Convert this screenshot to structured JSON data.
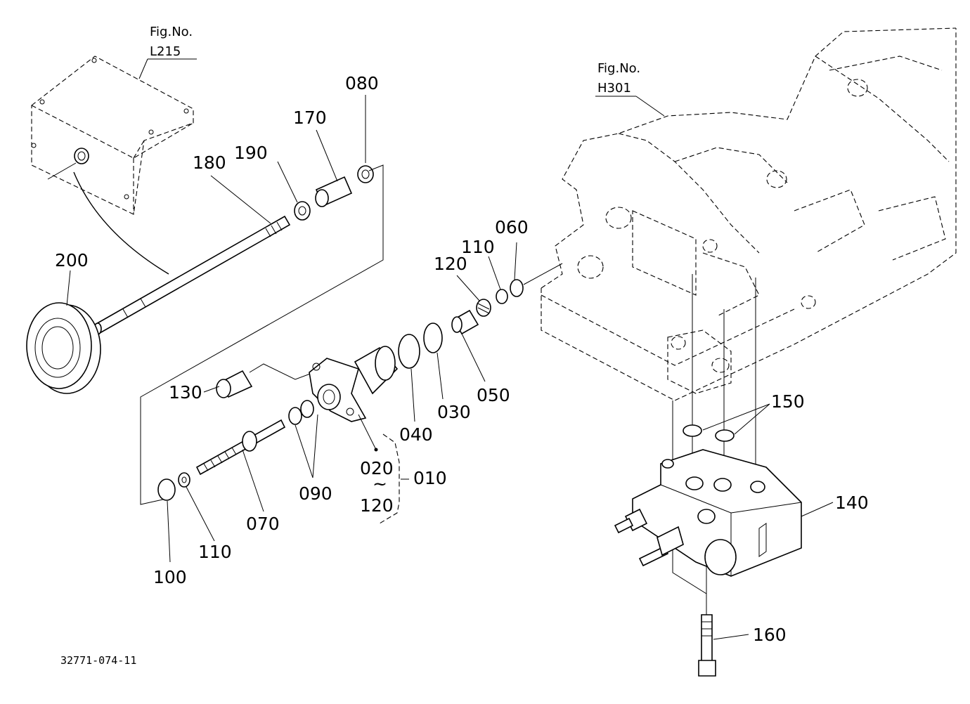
{
  "figure_refs": [
    {
      "line1": "Fig.No.",
      "line2": "L215"
    },
    {
      "line1": "Fig.No.",
      "line2": "H301"
    }
  ],
  "callouts": {
    "c080": "080",
    "c170": "170",
    "c190": "190",
    "c180": "180",
    "c200": "200",
    "c060": "060",
    "c110a": "110",
    "c120a": "120",
    "c130": "130",
    "c040": "040",
    "c030": "030",
    "c050": "050",
    "c090": "090",
    "c070": "070",
    "c110b": "110",
    "c100": "100",
    "c150": "150",
    "c140": "140",
    "c160": "160"
  },
  "assembly_group": {
    "range_from": "020",
    "range_sep": "~",
    "range_to": "120",
    "parent": "010"
  },
  "doc_number": "32771-074-11"
}
